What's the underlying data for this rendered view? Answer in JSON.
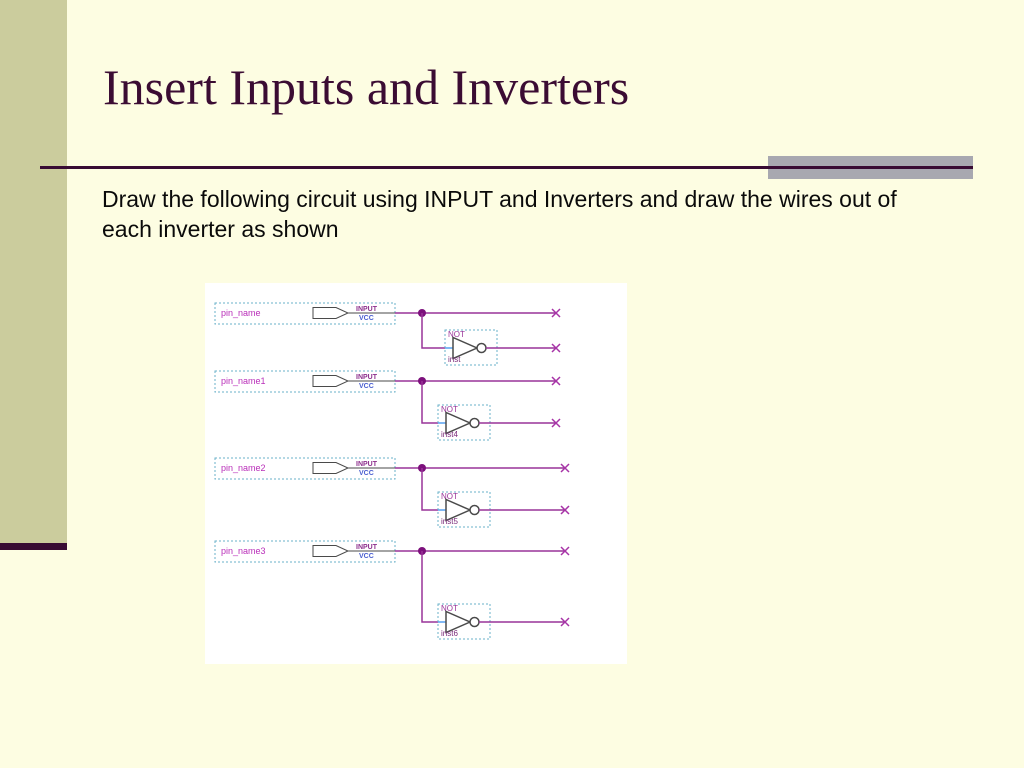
{
  "slide": {
    "title": "Insert Inputs and Inverters",
    "body_lines": [
      "Draw the following circuit using INPUT and Inverters and draw the wires out of",
      "each inverter as shown"
    ]
  },
  "colors": {
    "background": "#FDFDE2",
    "sidebar": "#CBCC9D",
    "accent_dark": "#380B33",
    "accent_gray": "#A8A8B0",
    "wire_magenta": "#993399",
    "junction_magenta": "#7C107C",
    "vcc_blue": "#4A5FD0",
    "dotted_border_cyan": "#6AB0C8",
    "canvas_white": "#FFFFFF"
  },
  "diagram": {
    "rows": [
      {
        "pin": "pin_name",
        "input_label": "INPUT",
        "vcc_label": "VCC",
        "gate_label": "NOT",
        "instance": "inst"
      },
      {
        "pin": "pin_name1",
        "input_label": "INPUT",
        "vcc_label": "VCC",
        "gate_label": "NOT",
        "instance": "inst4"
      },
      {
        "pin": "pin_name2",
        "input_label": "INPUT",
        "vcc_label": "VCC",
        "gate_label": "NOT",
        "instance": "inst5"
      },
      {
        "pin": "pin_name3",
        "input_label": "INPUT",
        "vcc_label": "VCC",
        "gate_label": "NOT",
        "instance": "inst6"
      }
    ]
  }
}
